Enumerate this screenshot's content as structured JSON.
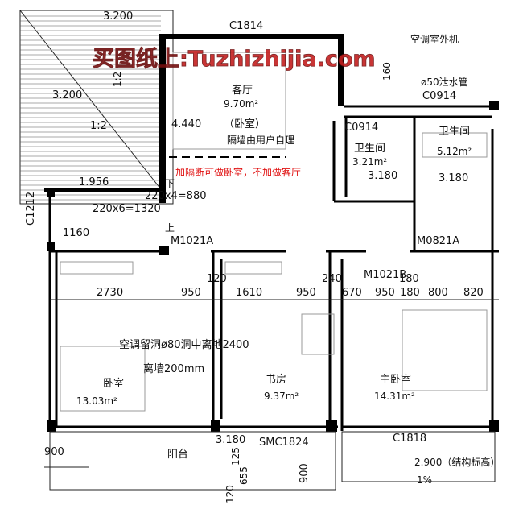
{
  "plan": {
    "watermark": "买图纸上:Tuzhizhijia.com",
    "note": "加隔断可做卧室，不加做客厅",
    "rooms": {
      "living": {
        "name": "客厅",
        "area": "9.70m²",
        "alt": "（卧室）",
        "partition_note": "隔墙由用户自理"
      },
      "bath1": {
        "name": "卫生间",
        "area": "3.21m²"
      },
      "bath2": {
        "name": "卫生间",
        "area": "5.12m²"
      },
      "bedroom": {
        "name": "卧室",
        "area": "13.03m²"
      },
      "study": {
        "name": "书房",
        "area": "9.37m²"
      },
      "master": {
        "name": "主卧室",
        "area": "14.31m²"
      },
      "balcony": {
        "name": "阳台"
      }
    },
    "windows": {
      "c1814": "C1814",
      "c0914_a": "C0914",
      "c0914_b": "C0914",
      "c1212": "C1212",
      "c1818": "C1818",
      "smc1824": "SMC1824"
    },
    "doors": {
      "m1021a": "M1021A",
      "m0821a": "M0821A",
      "m1021b": "M1021B"
    },
    "ac": {
      "outdoor_unit": "空调室外机",
      "drain_pipe": "ø50泄水管",
      "hole_note": "空调留洞ø80洞中离地2400",
      "hole_note2": "离墙200mm"
    },
    "elevations": {
      "e1": "3.200",
      "e2": "3.200",
      "e3": "4.440",
      "e4": "3.180",
      "e5": "3.180",
      "e6": "1.956",
      "e7": "3.180",
      "e8": "2.900（结构标高）"
    },
    "slopes": {
      "s1": "1:2",
      "s2": "1:2",
      "s3": "1%"
    },
    "stairs": {
      "up": "上",
      "down": "下",
      "run1": "220x4=880",
      "run2": "220x6=1320"
    },
    "dimensions": {
      "d160": "160",
      "d1160": "1160",
      "d2730": "2730",
      "d950a": "950",
      "d120a": "120",
      "d1610": "1610",
      "d950b": "950",
      "d240": "240",
      "d670": "670",
      "d950c": "950",
      "d180a": "180",
      "d180b": "180",
      "d800": "800",
      "d820": "820",
      "d900a": "900",
      "d900b": "900",
      "d125": "125",
      "d655": "655",
      "d120b": "120"
    }
  }
}
